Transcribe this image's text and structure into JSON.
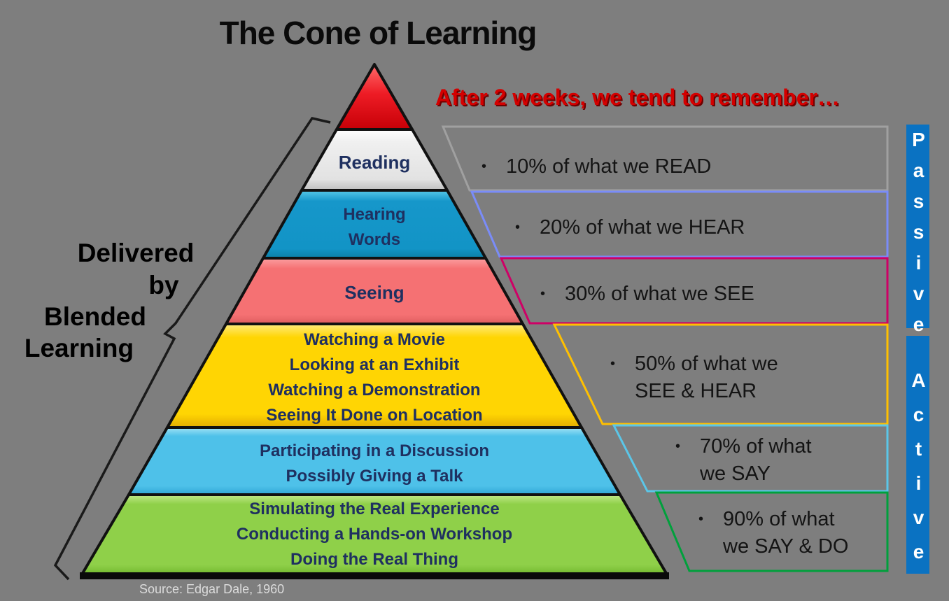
{
  "title": "The Cone of Learning",
  "heading": "After 2 weeks, we tend to remember…",
  "left_label": {
    "line1": "Delivered",
    "line2": "by",
    "line3": "Blended",
    "line4": "Learning"
  },
  "pyramid": {
    "text_color": "#1F3060",
    "outline_color": "#111111",
    "layers": [
      {
        "name": "apex",
        "color": "#EE1C25",
        "lines": []
      },
      {
        "name": "reading",
        "color": "#E9E9E9",
        "lines": [
          "Reading"
        ]
      },
      {
        "name": "hearing-words",
        "color": "#1496C9",
        "lines": [
          "Hearing",
          "Words"
        ]
      },
      {
        "name": "seeing",
        "color": "#F57173",
        "lines": [
          "Seeing"
        ]
      },
      {
        "name": "watching",
        "color": "#FFD503",
        "lines": [
          "Watching a Movie",
          "Looking at an Exhibit",
          "Watching a Demonstration",
          "Seeing It Done on Location"
        ]
      },
      {
        "name": "participating",
        "color": "#4EC1E9",
        "lines": [
          "Participating in a Discussion",
          "Possibly Giving a Talk"
        ]
      },
      {
        "name": "doing",
        "color": "#8FD049",
        "lines": [
          "Simulating the Real Experience",
          "Conducting a Hands-on Workshop",
          "Doing the Real Thing"
        ]
      }
    ]
  },
  "callouts": [
    {
      "bullet": "•",
      "border_color": "#A0A0A0",
      "lines": [
        "10% of what we READ"
      ]
    },
    {
      "bullet": "•",
      "border_color": "#7A8CF8",
      "lines": [
        "20% of what we HEAR"
      ]
    },
    {
      "bullet": "•",
      "border_color": "#CE0066",
      "lines": [
        "30% of what we SEE"
      ]
    },
    {
      "bullet": "•",
      "border_color": "#FFC000",
      "lines": [
        "50% of what we",
        "SEE & HEAR"
      ]
    },
    {
      "bullet": "•",
      "border_color": "#5BC6E8",
      "lines": [
        "70% of what",
        "we SAY"
      ]
    },
    {
      "bullet": "•",
      "border_color": "#00A03C",
      "lines": [
        "90% of what",
        "we SAY & DO"
      ]
    }
  ],
  "strips": {
    "passive": "Passive",
    "active": "Active",
    "color": "#0A72C2"
  },
  "source": "Source: Edgar Dale, 1960"
}
